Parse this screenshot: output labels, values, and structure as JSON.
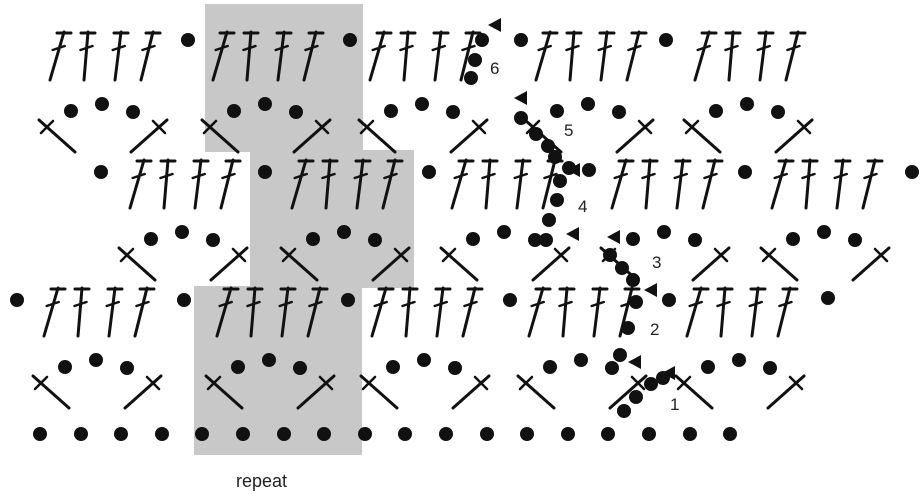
{
  "diagram": {
    "type": "crochet-stitch-chart",
    "row_numbers": [
      "1",
      "2",
      "3",
      "4",
      "5",
      "6"
    ],
    "repeat_label": "repeat",
    "colors": {
      "ink": "#111111",
      "repeat_highlight": "#c8c8c8",
      "background": "#ffffff",
      "text": "#222222"
    },
    "symbols": [
      "chain-stitch",
      "double-crochet",
      "single-crochet",
      "row-start-arrow"
    ]
  }
}
